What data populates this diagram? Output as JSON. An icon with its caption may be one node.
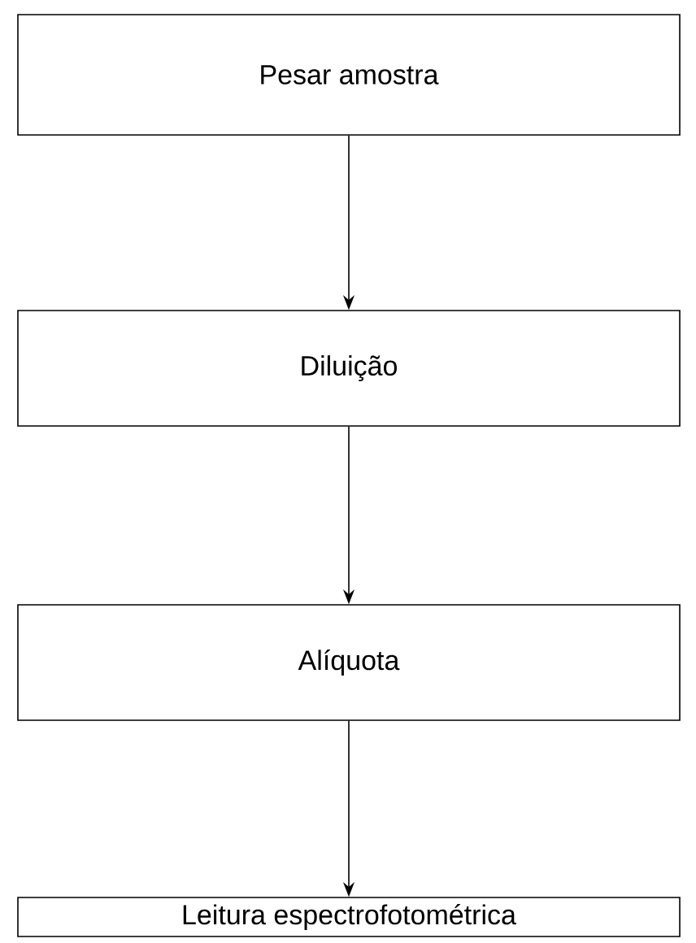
{
  "diagram": {
    "nodes": [
      {
        "text": [
          "Pesar amostra"
        ]
      },
      {
        "text": [
          "Diluição"
        ]
      },
      {
        "text": [
          "Alíquota"
        ]
      },
      {
        "text": [
          "Leitura espectrofotométrica"
        ]
      }
    ],
    "edges": [
      {
        "from": 0,
        "to": 1,
        "arrow": "to"
      },
      {
        "from": 1,
        "to": 2,
        "arrow": "to"
      },
      {
        "from": 2,
        "to": 3,
        "arrow": "to"
      }
    ]
  }
}
